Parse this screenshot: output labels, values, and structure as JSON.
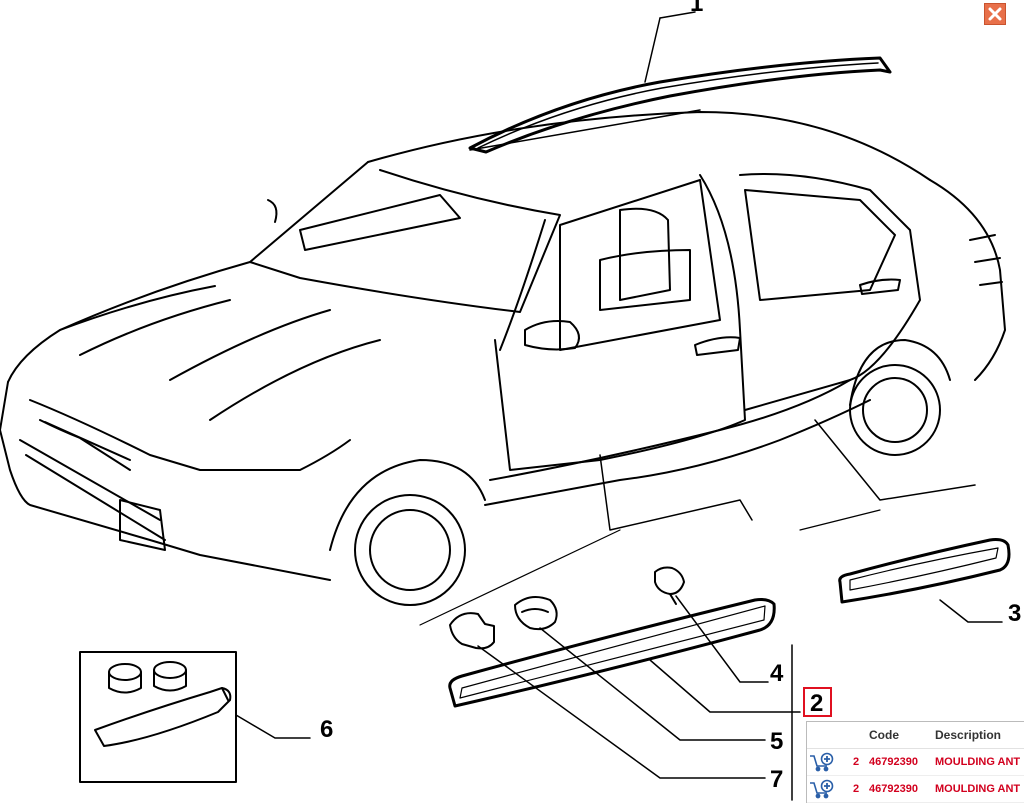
{
  "callouts": {
    "c1": "1",
    "c2": "2",
    "c3": "3",
    "c4": "4",
    "c5": "5",
    "c6": "6",
    "c7": "7"
  },
  "parts_table": {
    "headers": {
      "code": "Code",
      "description": "Description"
    },
    "rows": [
      {
        "qty": "2",
        "code": "46792390",
        "description": "MOULDING ANT"
      },
      {
        "qty": "2",
        "code": "46792390",
        "description": "MOULDING ANT"
      }
    ]
  },
  "icons": {
    "close": "close-icon",
    "cart": "add-to-cart-icon"
  },
  "colors": {
    "close_button": "#e8704a",
    "highlight": "#e01020",
    "part_text": "#d2001e"
  },
  "selected_callout": "2"
}
